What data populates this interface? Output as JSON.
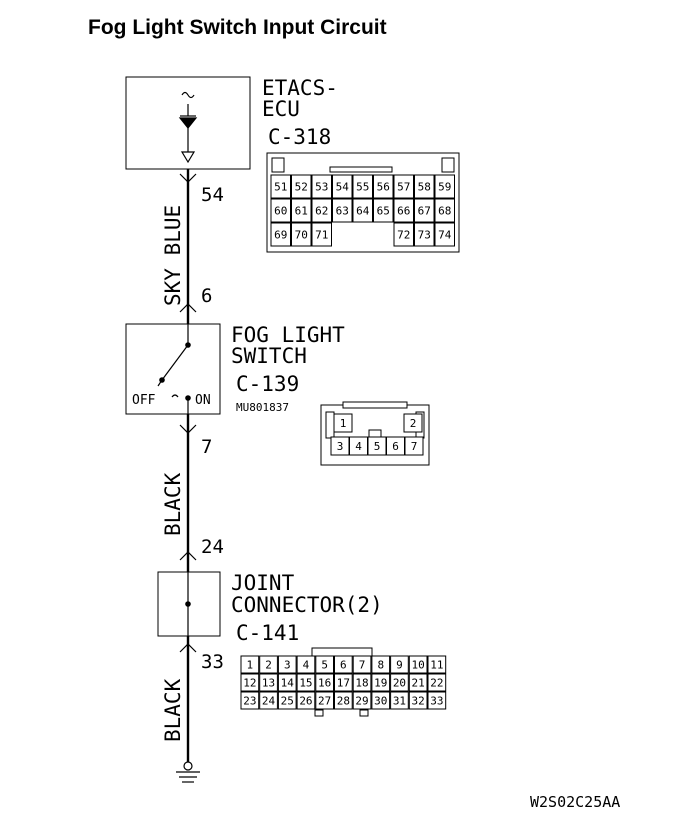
{
  "title": "Fog Light Switch Input Circuit",
  "etacs": {
    "name_line1": "ETACS-",
    "name_line2": "ECU",
    "connector": "C-318",
    "grid": [
      [
        "51",
        "52",
        "53",
        "54",
        "55",
        "56",
        "57",
        "58",
        "59"
      ],
      [
        "60",
        "61",
        "62",
        "63",
        "64",
        "65",
        "66",
        "67",
        "68"
      ],
      [
        "69",
        "70",
        "71",
        "",
        "",
        "",
        "72",
        "73",
        "74"
      ]
    ]
  },
  "fog_switch": {
    "name_line1": "FOG LIGHT",
    "name_line2": "SWITCH",
    "connector": "C-139",
    "part_number": "MU801837",
    "off_label": "OFF",
    "on_label": "ON",
    "grid_top": [
      "1",
      "2"
    ],
    "grid_bottom": [
      "3",
      "4",
      "5",
      "6",
      "7"
    ]
  },
  "joint": {
    "name_line1": "JOINT",
    "name_line2": "CONNECTOR(2)",
    "connector": "C-141",
    "grid": [
      [
        "1",
        "2",
        "3",
        "4",
        "5",
        "6",
        "7",
        "8",
        "9",
        "10",
        "11"
      ],
      [
        "12",
        "13",
        "14",
        "15",
        "16",
        "17",
        "18",
        "19",
        "20",
        "21",
        "22"
      ],
      [
        "23",
        "24",
        "25",
        "26",
        "27",
        "28",
        "29",
        "30",
        "31",
        "32",
        "33"
      ]
    ]
  },
  "pins": {
    "etacs_pin": "54",
    "switch_in_pin": "6",
    "switch_out_pin": "7",
    "joint_in_pin": "24",
    "joint_out_pin": "33"
  },
  "wires": {
    "wire1": "SKY BLUE",
    "wire2": "BLACK",
    "wire3": "BLACK"
  },
  "figure_code": "W2S02C25AA"
}
